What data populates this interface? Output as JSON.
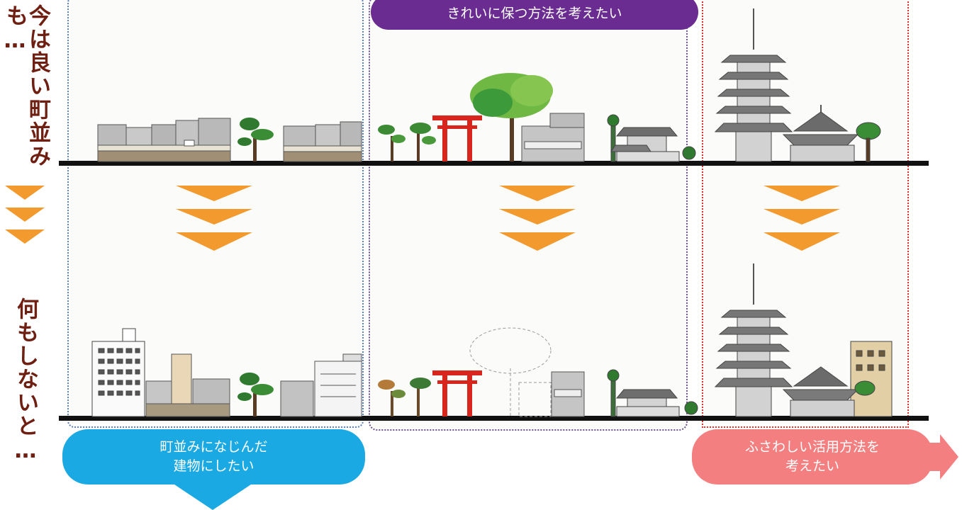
{
  "labels": {
    "top_left_vertical": "今は良い町並みも…",
    "bottom_left_vertical": "何もしないと…"
  },
  "callouts": {
    "keep_clean": "きれいに保つ方法を考えたい",
    "blend_in_line1": "町並みになじんだ",
    "blend_in_line2": "建物にしたい",
    "reuse_line1": "ふさわしい活用方法を",
    "reuse_line2": "考えたい"
  },
  "colors": {
    "label_text": "#6e1f12",
    "purple_callout": "#6a2c91",
    "blue_callout": "#1aa9e2",
    "pink_callout": "#f47f80",
    "orange_chevron": "#f29a2e",
    "blue_dots": "#5b7fb8",
    "purple_dots": "#6b4f8e",
    "red_dots": "#e0302c",
    "torii_red": "#d8261c",
    "tree_green": "#3d9a3a"
  }
}
